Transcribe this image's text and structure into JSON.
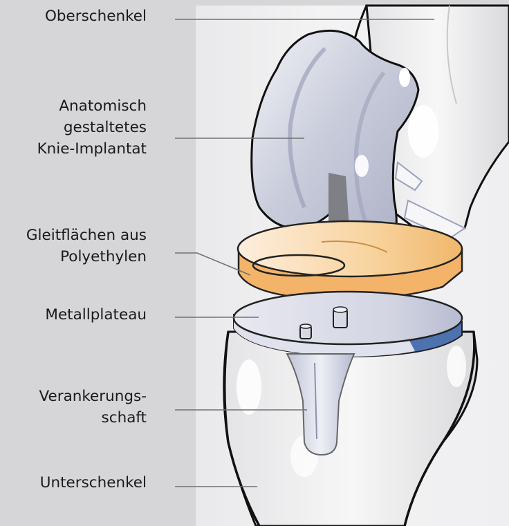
{
  "labels": {
    "femur": [
      "Oberschenkel"
    ],
    "implant": [
      "Anatomisch",
      "gestaltetes",
      "Knie-Implantat"
    ],
    "polyethylene": [
      "Gleitflächen aus",
      "Polyethylen"
    ],
    "plateau": [
      "Metallplateau"
    ],
    "stem": [
      "Verankerungs-",
      "schaft"
    ],
    "tibia": [
      "Unterschenkel"
    ]
  },
  "colors": {
    "background_left": "#d6d6d8",
    "background_right": "#efeff1",
    "bone": "#f2f2f3",
    "metal": "#cfd1de",
    "metal_edge": "#4d72b0",
    "polyethylene": "#f6cd93",
    "leader_line": "#707070"
  }
}
